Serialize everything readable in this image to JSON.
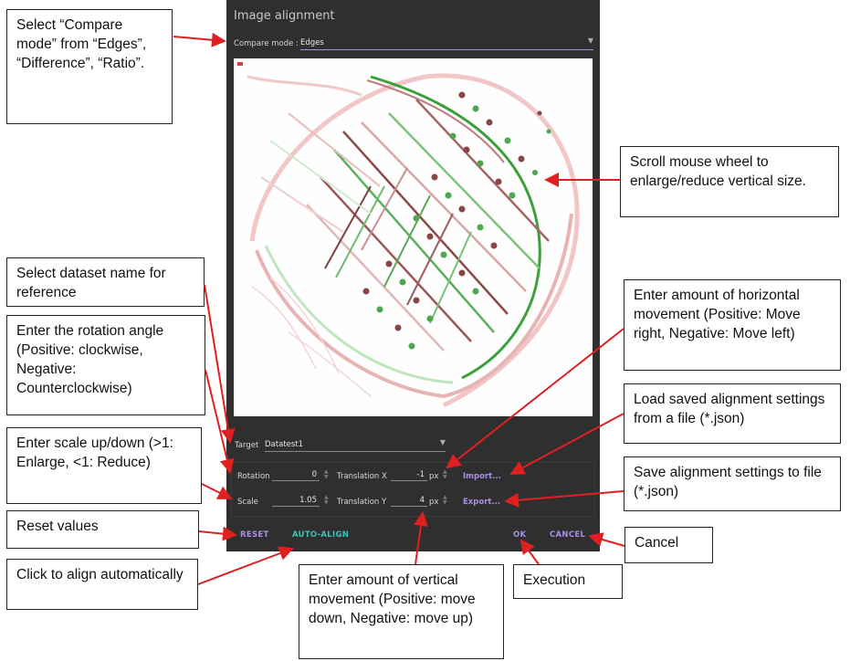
{
  "dialog": {
    "title": "Image alignment",
    "compare_mode_label": "Compare mode :",
    "compare_mode_value": "Edges",
    "target_label": "Target",
    "target_value": "Datatest1",
    "rotation_label": "Rotation",
    "rotation_value": "0",
    "scale_label": "Scale",
    "scale_value": "1.05",
    "translation_x_label": "Translation X",
    "translation_x_value": "-1",
    "translation_y_label": "Translation Y",
    "translation_y_value": "4",
    "unit_px": "px",
    "import_label": "Import...",
    "export_label": "Export...",
    "reset_label": "RESET",
    "auto_align_label": "AUTO-ALIGN",
    "ok_label": "OK",
    "cancel_label": "CANCEL",
    "accent_color": "#a98ee6",
    "teal_color": "#35c6b7"
  },
  "callouts": {
    "compare_mode": "Select “Compare mode” from “Edges”, “Difference”, “Ratio”.",
    "scroll": "Scroll mouse wheel to enlarge/reduce vertical size.",
    "dataset": "Select dataset name for reference",
    "rotation": "Enter the rotation angle (Positive: clockwise, Negative: Counterclockwise)",
    "horizontal": "Enter amount of horizontal movement (Positive: Move right, Negative: Move left)",
    "load": "Load saved alignment settings from a file (*.json)",
    "scale": "Enter scale up/down (>1: Enlarge, <1: Reduce)",
    "save": "Save alignment settings to file (*.json)",
    "reset": "Reset values",
    "cancel": "Cancel",
    "auto": "Click to align automatically",
    "vertical": "Enter amount of vertical movement (Positive: move down, Negative: move up)",
    "execution": "Execution"
  }
}
